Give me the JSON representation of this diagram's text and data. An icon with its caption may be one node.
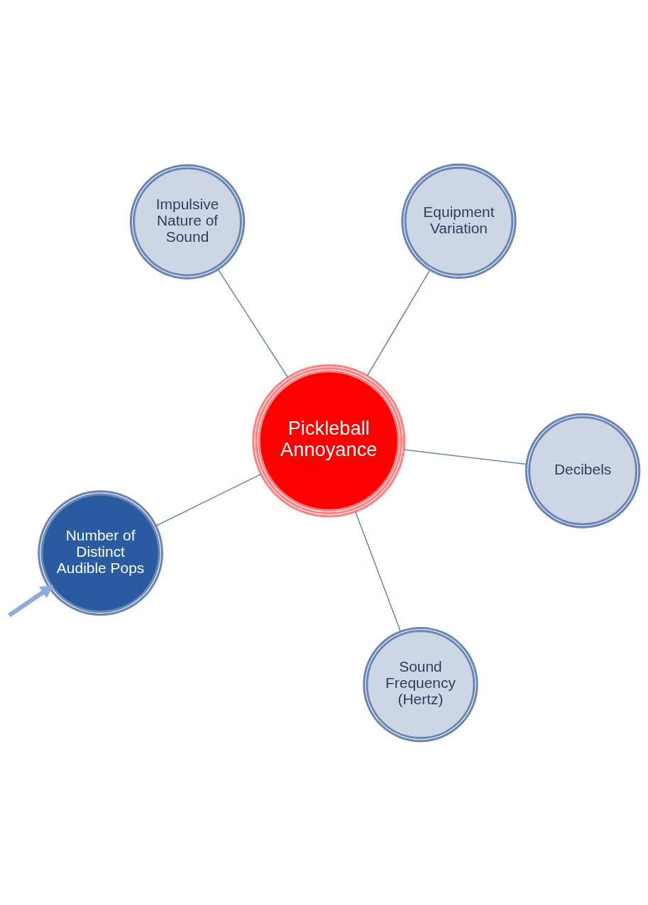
{
  "diagram": {
    "nodes": [
      {
        "text": [
          "Pickleball Annoyance"
        ]
      },
      {
        "text": [
          "Decibels"
        ]
      },
      {
        "text": [
          "Sound Frequency (Hertz)"
        ]
      },
      {
        "text": [
          "Impulsive Nature of Sound"
        ]
      },
      {
        "text": [
          "Equipment Variation"
        ]
      },
      {
        "text": [
          "Number of Distinct Audible Pops"
        ]
      }
    ],
    "edges": [
      {
        "from": 0,
        "to": 1,
        "arrow": "none"
      },
      {
        "from": 0,
        "to": 2,
        "arrow": "none"
      },
      {
        "from": 0,
        "to": 3,
        "arrow": "none"
      },
      {
        "from": 0,
        "to": 4,
        "arrow": "none"
      },
      {
        "from": 0,
        "to": 5,
        "arrow": "none"
      },
      {
        "from": null,
        "to": 5,
        "arrow": "to",
        "style": "thick",
        "color": "#8faadc"
      }
    ]
  }
}
